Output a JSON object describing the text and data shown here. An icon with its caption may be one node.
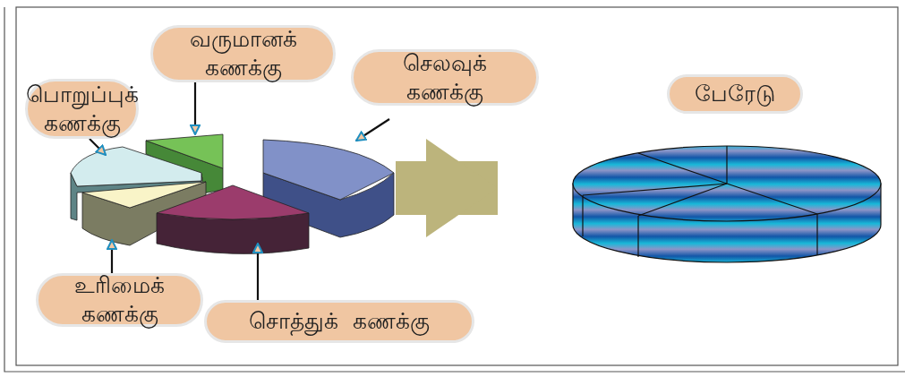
{
  "diagram": {
    "nodes": [
      {
        "text": [],
        "shape": "pie"
      },
      {
        "text": [],
        "shape": "picture",
        "in": 0
      },
      {
        "text": [],
        "shape": "picture",
        "in": 0
      },
      {
        "text": [],
        "shape": "picture",
        "in": 0
      },
      {
        "text": [],
        "shape": "picture",
        "in": 0
      },
      {
        "text": [],
        "shape": "picture",
        "in": 0
      },
      {
        "text": [
          "வருமானக் கணக்கு"
        ]
      },
      {
        "text": [
          "செலவுக் கணக்கு"
        ]
      },
      {
        "text": [
          "பொறுப்புக் கணக்கு"
        ]
      },
      {
        "text": [
          "பேரேடு"
        ]
      },
      {
        "text": [
          "உரிமைக் கணக்கு"
        ]
      },
      {
        "text": [
          "சொத்துக்  கணக்கு"
        ]
      },
      {
        "text": [],
        "shape": "pie"
      }
    ],
    "edges": [
      {
        "from": 6,
        "to": 1,
        "arrow": "to"
      },
      {
        "from": 7,
        "to": 2,
        "arrow": "to"
      },
      {
        "from": 8,
        "to": 3,
        "arrow": "to"
      },
      {
        "from": 10,
        "to": 4,
        "arrow": "to"
      },
      {
        "from": 11,
        "to": 5,
        "arrow": "to"
      },
      {
        "from": 0,
        "to": 12,
        "arrow": "to",
        "style": "thick",
        "color": "#bcb47c"
      }
    ]
  }
}
